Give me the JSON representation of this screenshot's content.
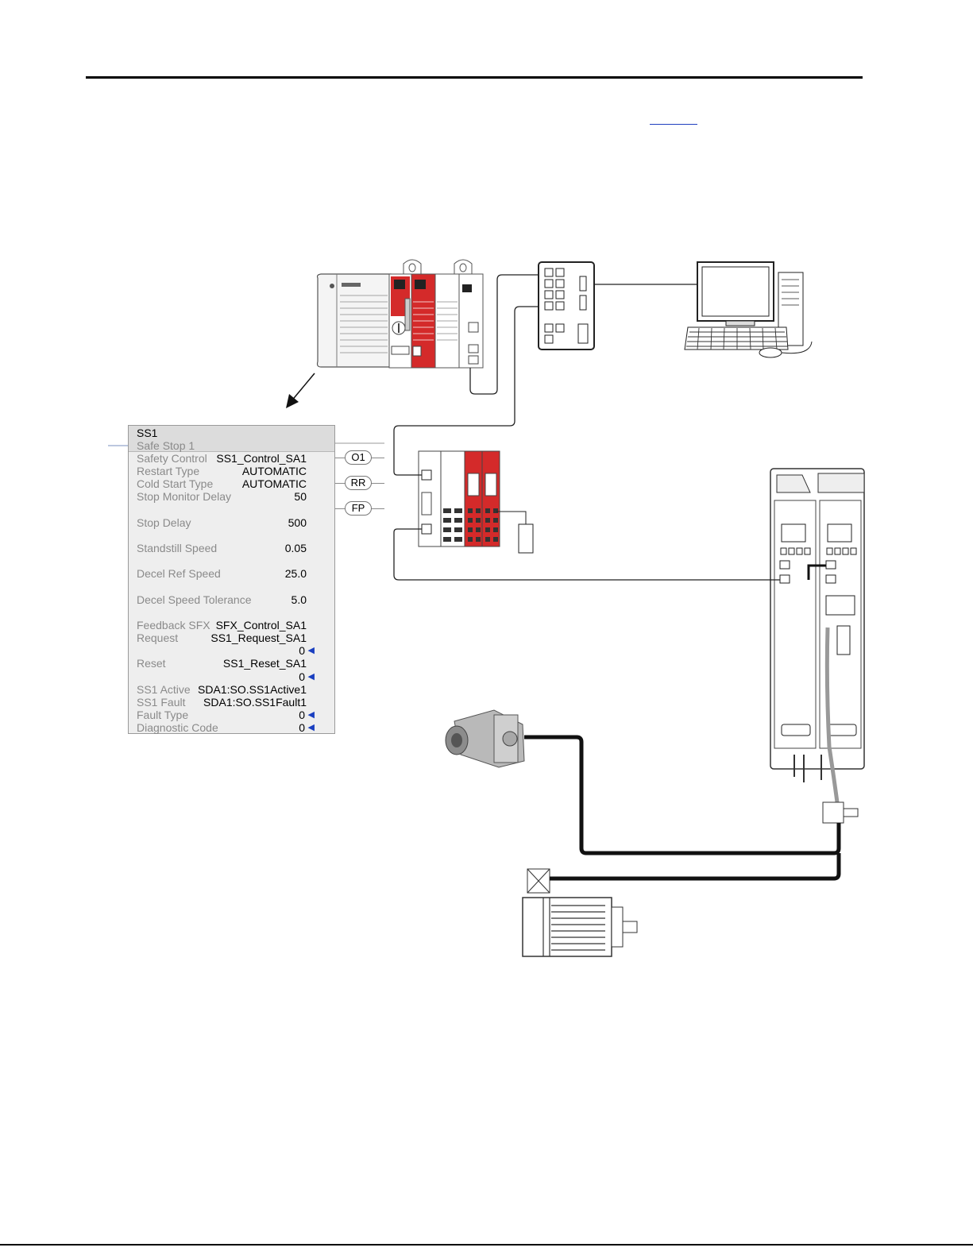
{
  "ss1_block": {
    "title": "SS1",
    "subtitle": "Safe Stop 1",
    "rows": [
      {
        "label": "Safety Control",
        "value": "SS1_Control_SA1",
        "label_style": "grey"
      },
      {
        "label": "Restart Type",
        "value": "AUTOMATIC",
        "label_style": "grey"
      },
      {
        "label": "Cold Start Type",
        "value": "AUTOMATIC",
        "label_style": "grey"
      },
      {
        "label": "Stop Monitor Delay",
        "value": "50",
        "label_style": "grey"
      },
      {
        "label": "Stop Delay",
        "value": "500",
        "label_style": "grey"
      },
      {
        "label": "Standstill Speed",
        "value": "0.05",
        "label_style": "grey"
      },
      {
        "label": "Decel Ref Speed",
        "value": "25.0",
        "label_style": "grey"
      },
      {
        "label": "Decel Speed Tolerance",
        "value": "5.0",
        "label_style": "grey"
      },
      {
        "label": "Feedback SFX",
        "value": "SFX_Control_SA1",
        "label_style": "grey"
      },
      {
        "label": "Request",
        "value": "SS1_Request_SA1",
        "label_style": "grey"
      },
      {
        "label": "",
        "value": "0",
        "label_style": "grey",
        "arrow": true
      },
      {
        "label": "Reset",
        "value": "SS1_Reset_SA1",
        "label_style": "grey"
      },
      {
        "label": "",
        "value": "0",
        "label_style": "grey",
        "arrow": true
      },
      {
        "label": "SS1 Active",
        "value": "SDA1:SO.SS1Active1",
        "label_style": "grey"
      },
      {
        "label": "SS1 Fault",
        "value": "SDA1:SO.SS1Fault1",
        "label_style": "grey"
      },
      {
        "label": "Fault Type",
        "value": "0",
        "label_style": "grey",
        "arrow": true
      },
      {
        "label": "Diagnostic Code",
        "value": "0",
        "label_style": "grey",
        "arrow": true
      }
    ],
    "outputs": [
      "O1",
      "RR",
      "FP"
    ]
  },
  "colors": {
    "module_red": "#d42a2a",
    "link_blue": "#1f3fbf",
    "value_arrow_blue": "#1a3fc0"
  },
  "devices": [
    {
      "icon": "controller-chassis-icon"
    },
    {
      "icon": "ethernet-switch-icon"
    },
    {
      "icon": "workstation-pc-icon"
    },
    {
      "icon": "io-adapter-icon"
    },
    {
      "icon": "servo-drive-icon"
    },
    {
      "icon": "encoder-icon"
    },
    {
      "icon": "servo-motor-icon"
    }
  ]
}
